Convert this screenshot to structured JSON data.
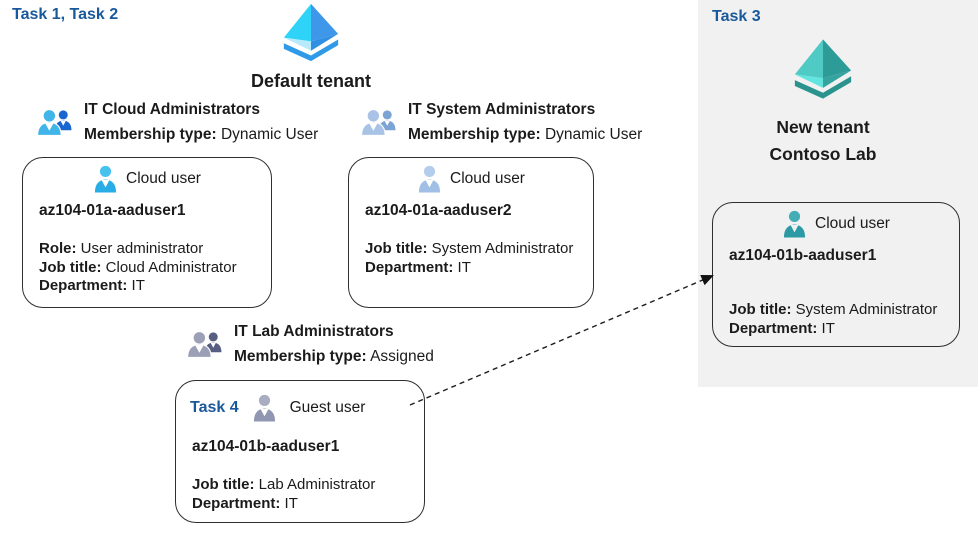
{
  "labels": {
    "task_1_2": "Task 1, Task 2",
    "task_3": "Task 3",
    "task_4": "Task 4"
  },
  "default_tenant": {
    "title": "Default tenant"
  },
  "new_tenant": {
    "title_line1": "New tenant",
    "title_line2": "Contoso Lab"
  },
  "groups": [
    {
      "name": "IT Cloud Administrators",
      "membership_label": "Membership type:",
      "membership_value": "Dynamic User"
    },
    {
      "name": "IT System Administrators",
      "membership_label": "Membership type:",
      "membership_value": "Dynamic User"
    },
    {
      "name": "IT Lab Administrators",
      "membership_label": "Membership type:",
      "membership_value": "Assigned"
    }
  ],
  "users": [
    {
      "type_label": "Cloud user",
      "name": "az104-01a-aaduser1",
      "fields": [
        {
          "label": "Role:",
          "value": "User administrator"
        },
        {
          "label": "Job title:",
          "value": "Cloud Administrator"
        },
        {
          "label": "Department:",
          "value": "IT"
        }
      ]
    },
    {
      "type_label": "Cloud user",
      "name": "az104-01a-aaduser2",
      "fields": [
        {
          "label": "Job title:",
          "value": "System Administrator"
        },
        {
          "label": "Department:",
          "value": "IT"
        }
      ]
    },
    {
      "type_label": "Guest user",
      "name": "az104-01b-aaduser1",
      "fields": [
        {
          "label": "Job title:",
          "value": "Lab Administrator"
        },
        {
          "label": "Department:",
          "value": "IT"
        }
      ]
    },
    {
      "type_label": "Cloud user",
      "name": "az104-01b-aaduser1",
      "fields": [
        {
          "label": "Job title:",
          "value": "System Administrator"
        },
        {
          "label": "Department:",
          "value": "IT"
        }
      ]
    }
  ],
  "colors": {
    "task_label": "#19599B",
    "panel_bg": "#F1F1F1",
    "text": "#1B1B1B",
    "box_border": "#2F2F2F",
    "entra_blue_bright": "#2FD3F7",
    "entra_blue_mid": "#3E97E9",
    "entra_teal_bright": "#63E5DF",
    "entra_teal_mid": "#2D9B97"
  }
}
